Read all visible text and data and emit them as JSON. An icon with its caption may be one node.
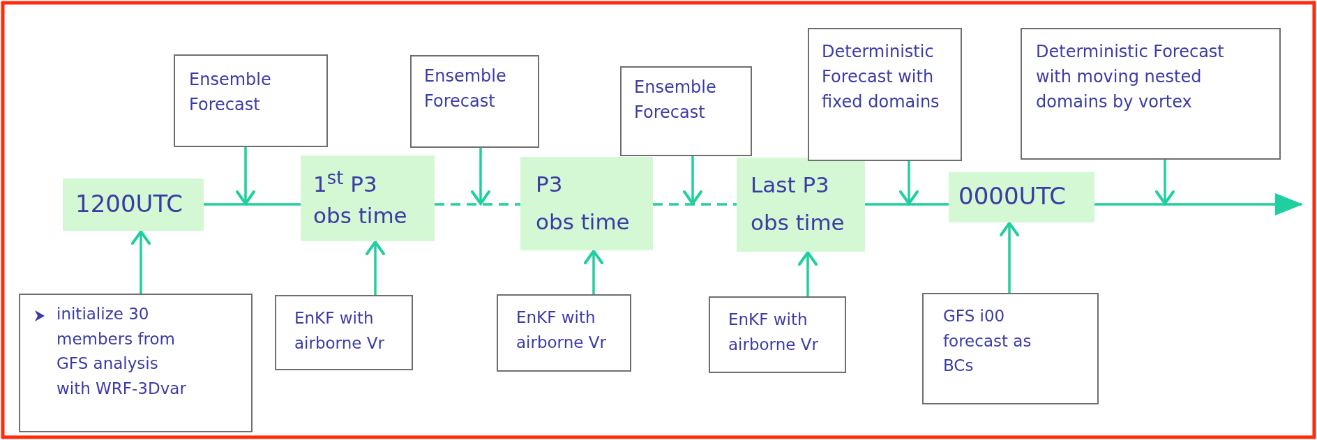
{
  "diagram": {
    "nodes": [
      {
        "text": [
          "1200UTC"
        ]
      },
      {
        "text": [
          "1$^{st}$ P3 obs time"
        ]
      },
      {
        "text": [
          "P3 obs time"
        ]
      },
      {
        "text": [
          "Last P3 obs time"
        ]
      },
      {
        "text": [
          "0000UTC"
        ]
      },
      {
        "text": [
          "Ensemble Forecast"
        ]
      },
      {
        "text": [
          "Ensemble Forecast"
        ]
      },
      {
        "text": [
          "Ensemble Forecast"
        ]
      },
      {
        "text": [
          "Deterministic Forecast with fixed domains"
        ]
      },
      {
        "text": [
          "Deterministic Forecast with moving nested domains by vortex"
        ]
      },
      {
        "text": [
          "initialize 30 members from GFS analysis with WRF-3Dvar"
        ]
      },
      {
        "text": [
          "EnKF with airborne Vr"
        ]
      },
      {
        "text": [
          "EnKF with airborne Vr"
        ]
      },
      {
        "text": [
          "EnKF with airborne Vr"
        ]
      },
      {
        "text": [
          "GFS i00 forecast as BCs"
        ]
      }
    ],
    "edges": [
      {
        "from": 0,
        "to": 1,
        "arrow": "none"
      },
      {
        "from": 1,
        "to": 2,
        "arrow": "none",
        "style": "dashed"
      },
      {
        "from": 2,
        "to": 3,
        "arrow": "none",
        "style": "dashed"
      },
      {
        "from": 3,
        "to": 4,
        "arrow": "none"
      },
      {
        "from": 4,
        "to": null,
        "arrow": "to"
      },
      {
        "from": 5,
        "to": null,
        "arrow": "to"
      },
      {
        "from": 6,
        "to": null,
        "arrow": "to"
      },
      {
        "from": 7,
        "to": null,
        "arrow": "to"
      },
      {
        "from": 8,
        "to": null,
        "arrow": "to"
      },
      {
        "from": 9,
        "to": null,
        "arrow": "to"
      },
      {
        "from": 10,
        "to": 0,
        "arrow": "to"
      },
      {
        "from": 11,
        "to": 1,
        "arrow": "to"
      },
      {
        "from": 12,
        "to": 2,
        "arrow": "to"
      },
      {
        "from": 13,
        "to": 3,
        "arrow": "to"
      },
      {
        "from": 14,
        "to": 4,
        "arrow": "to"
      }
    ]
  }
}
